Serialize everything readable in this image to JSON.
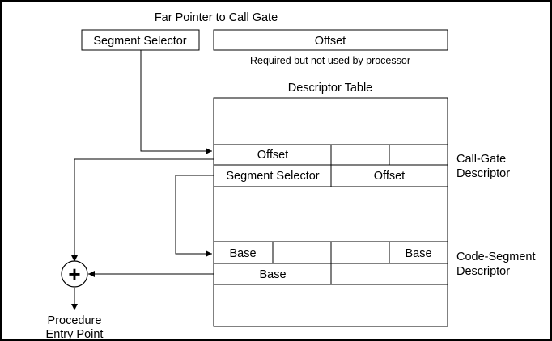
{
  "far_pointer": {
    "title": "Far Pointer to Call Gate",
    "segment_selector": "Segment Selector",
    "offset": "Offset",
    "offset_note": "Required but not used by processor"
  },
  "descriptor_table": {
    "title": "Descriptor Table",
    "call_gate": {
      "offset_label": "Offset",
      "segment_selector_label": "Segment Selector",
      "offset2_label": "Offset",
      "side_label_line1": "Call-Gate",
      "side_label_line2": "Descriptor"
    },
    "code_segment": {
      "base_left": "Base",
      "base_right": "Base",
      "base_bottom": "Base",
      "side_label_line1": "Code-Segment",
      "side_label_line2": "Descriptor"
    }
  },
  "adder": {
    "symbol": "+"
  },
  "result": {
    "line1": "Procedure",
    "line2": "Entry Point"
  },
  "colors": {
    "line": "#000000",
    "background": "#ffffff"
  }
}
